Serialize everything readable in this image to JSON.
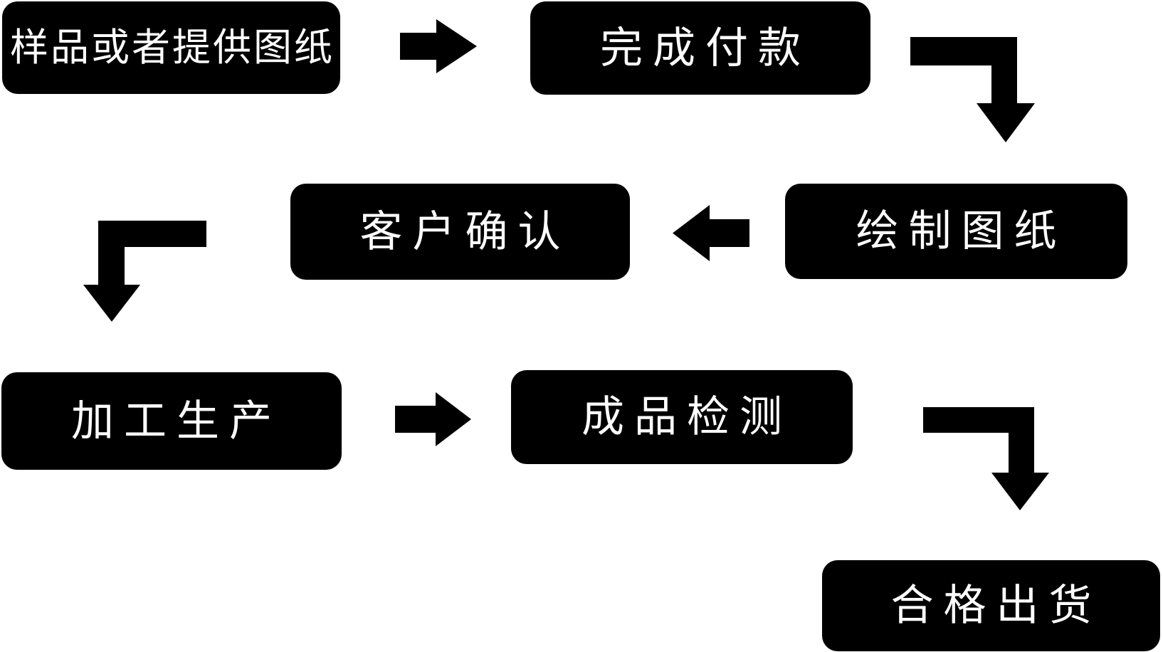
{
  "colors": {
    "canvas_bg": "#ffffff",
    "node_bg": "#000000",
    "node_text": "#ffffff",
    "arrow": "#000000"
  },
  "flow": {
    "title": "production-process-flowchart",
    "nodes": [
      {
        "id": "sample-or-drawing",
        "label": "样品或者提供图纸"
      },
      {
        "id": "payment",
        "label": "完成付款"
      },
      {
        "id": "draw-drawing",
        "label": "绘制图纸"
      },
      {
        "id": "customer-confirm",
        "label": "客户确认"
      },
      {
        "id": "production",
        "label": "加工生产"
      },
      {
        "id": "inspection",
        "label": "成品检测"
      },
      {
        "id": "shipment",
        "label": "合格出货"
      }
    ],
    "edges": [
      {
        "from": "样品或者提供图纸",
        "to": "完成付款",
        "direction": "right"
      },
      {
        "from": "完成付款",
        "to": "绘制图纸",
        "direction": "down-right-elbow"
      },
      {
        "from": "绘制图纸",
        "to": "客户确认",
        "direction": "left"
      },
      {
        "from": "客户确认",
        "to": "加工生产",
        "direction": "down-left-elbow"
      },
      {
        "from": "加工生产",
        "to": "成品检测",
        "direction": "right"
      },
      {
        "from": "成品检测",
        "to": "合格出货",
        "direction": "down-right-elbow"
      }
    ]
  }
}
